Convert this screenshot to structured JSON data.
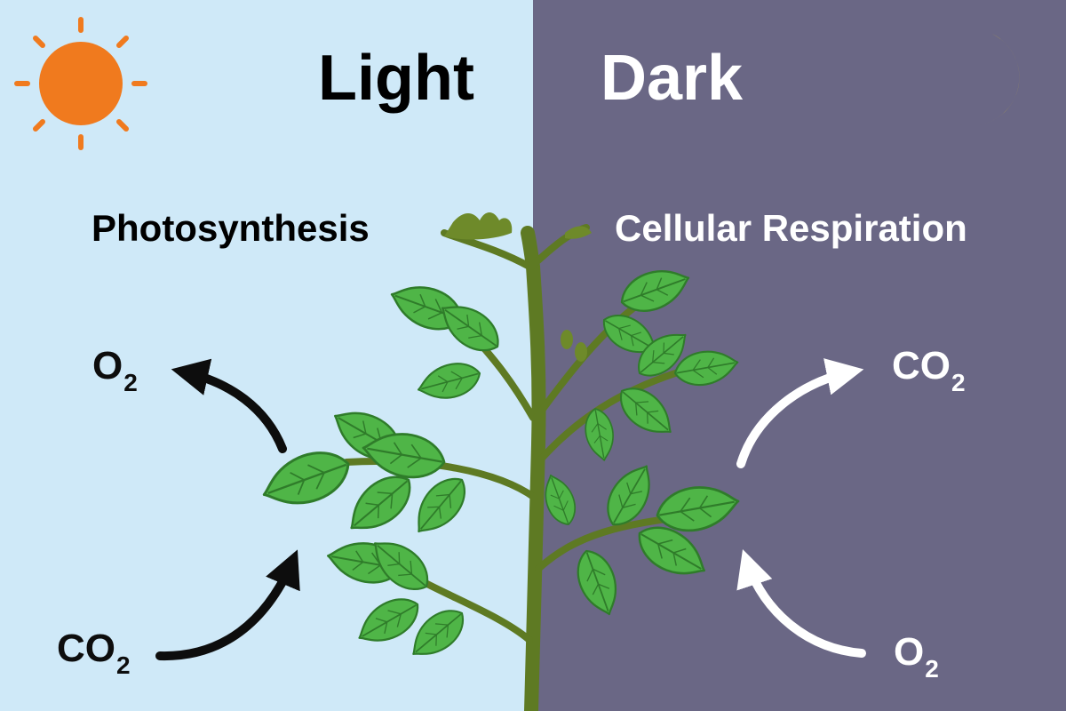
{
  "colors": {
    "light_bg": "#cfe9f8",
    "dark_bg": "#6a6785",
    "sun": "#f07a1e",
    "moon": "#f8dc14",
    "stem": "#5e7a23",
    "leaf": "#4fb547",
    "leaf_dark": "#2f7c2a",
    "arrow_dark": "#0d0d0d",
    "arrow_light": "#ffffff"
  },
  "icons": {
    "sun": "sun-icon",
    "moon": "crescent-moon-icon"
  },
  "light": {
    "title": "Light",
    "process": "Photosynthesis",
    "output": {
      "base": "O",
      "sub": "2"
    },
    "input": {
      "base": "CO",
      "sub": "2"
    }
  },
  "dark": {
    "title": "Dark",
    "process": "Cellular Respiration",
    "output": {
      "base": "CO",
      "sub": "2"
    },
    "input": {
      "base": "O",
      "sub": "2"
    }
  }
}
